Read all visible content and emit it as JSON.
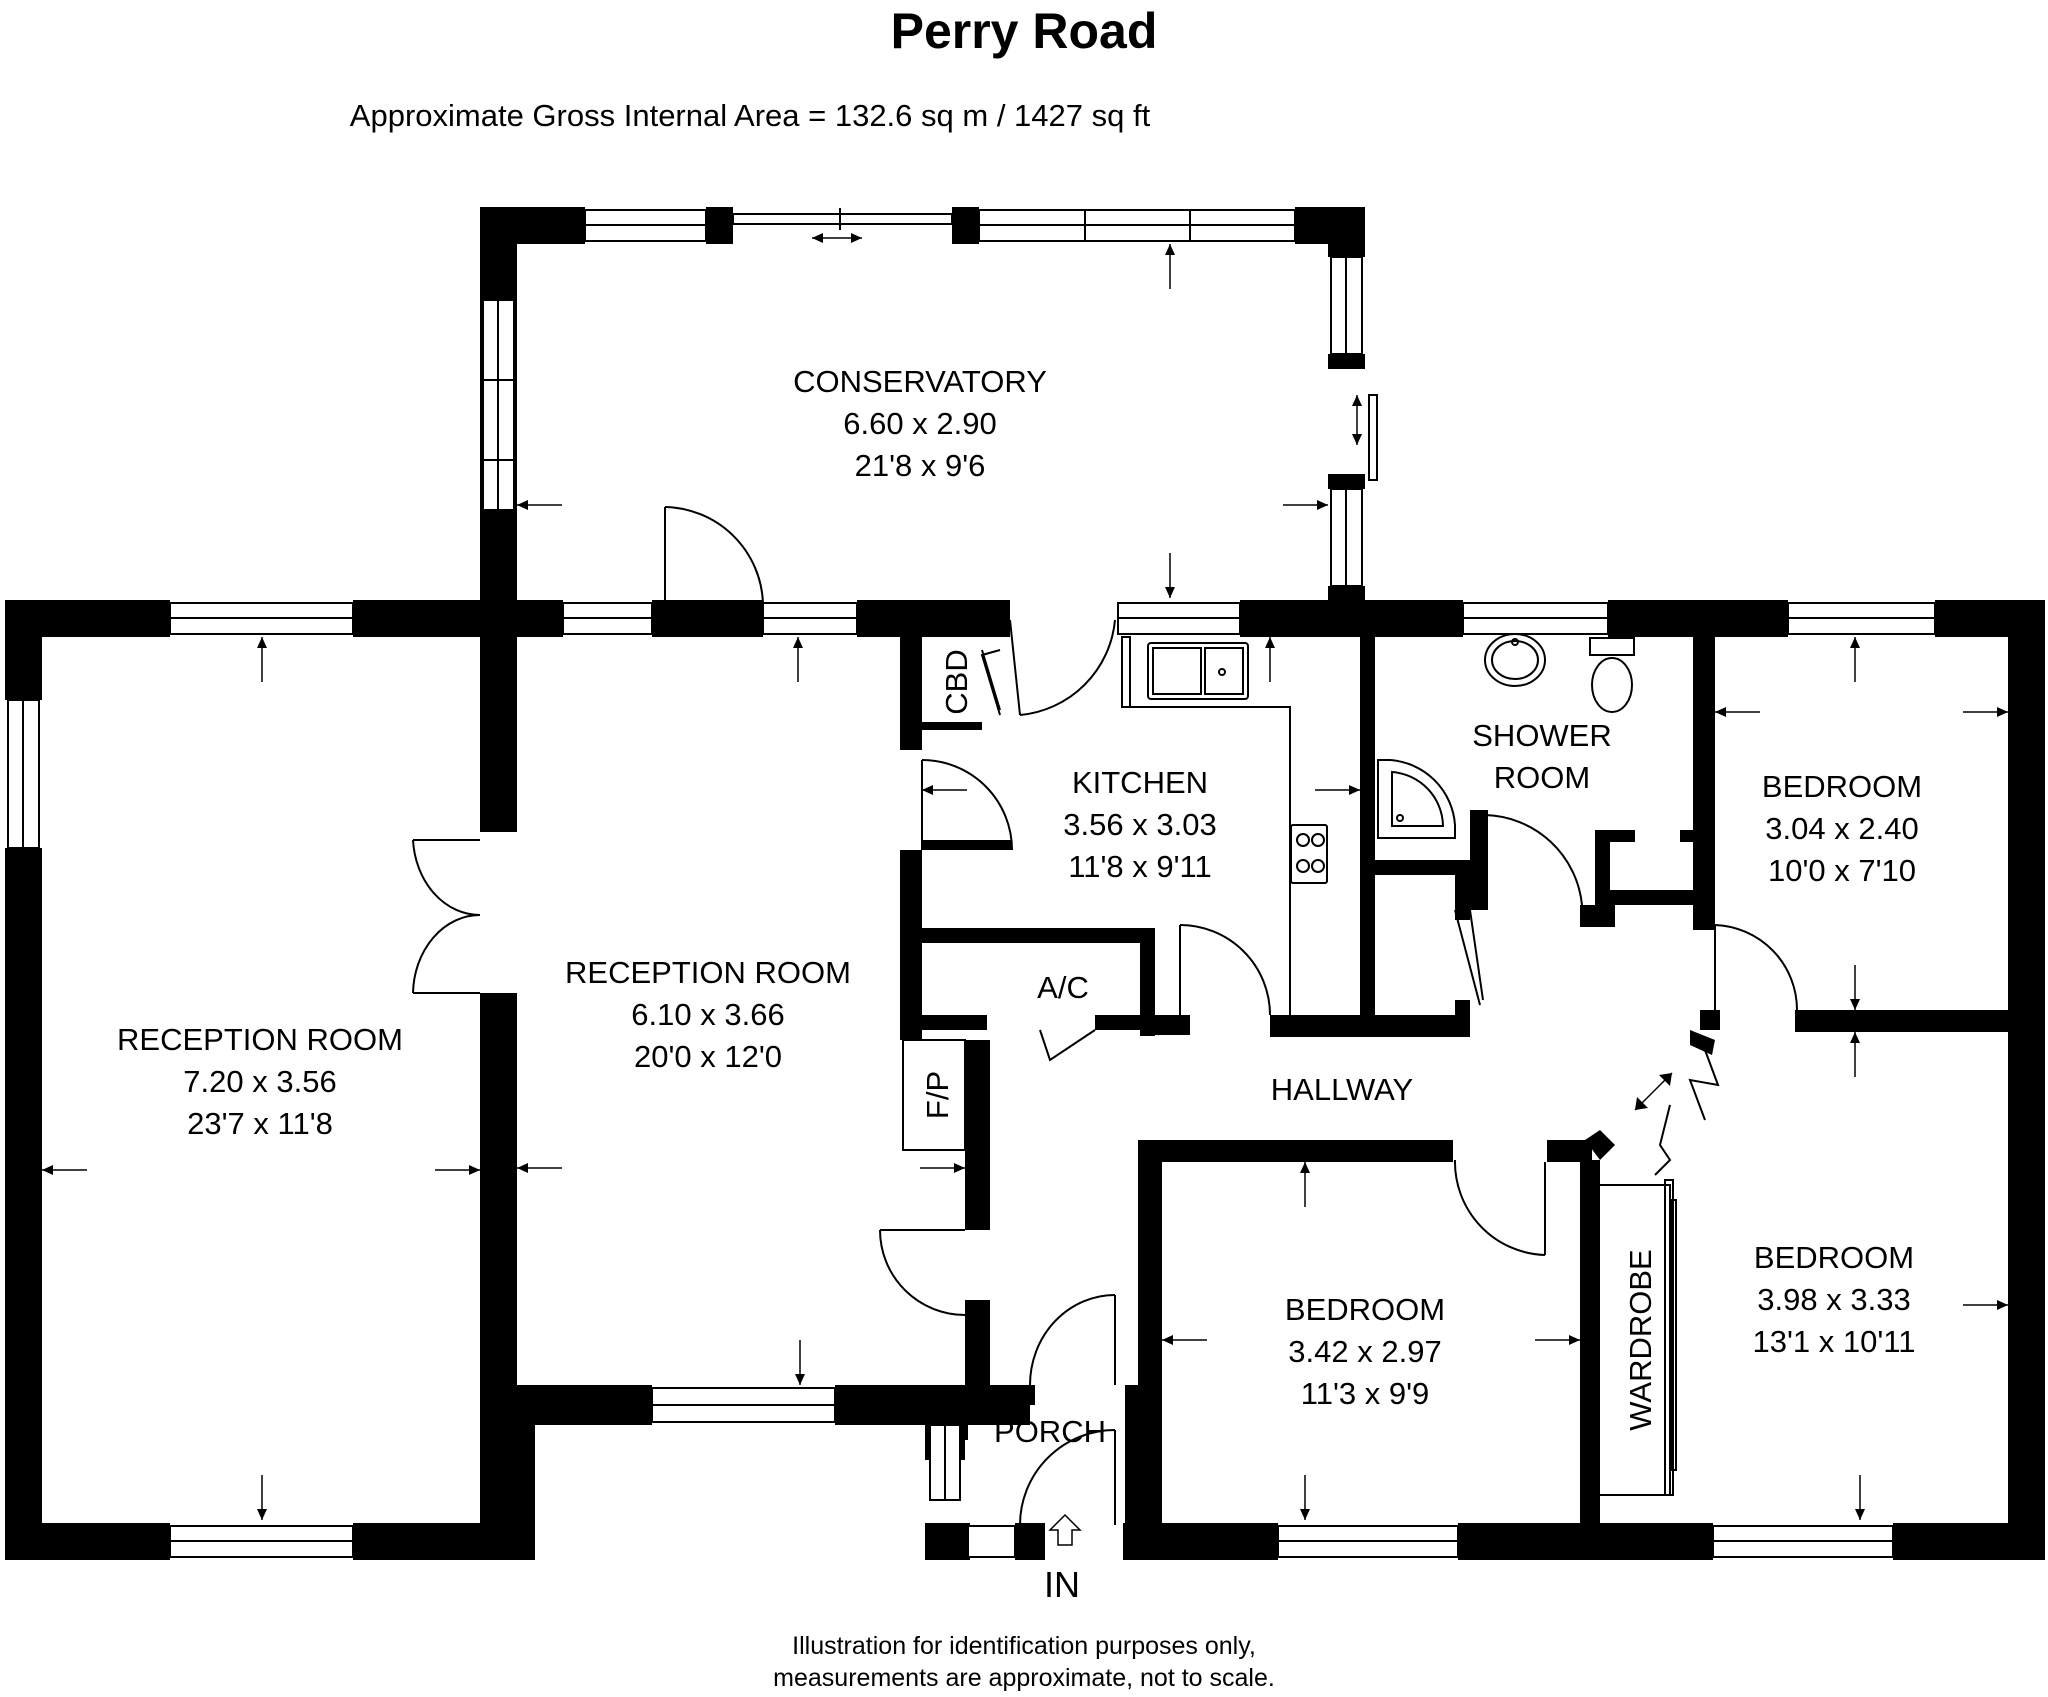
{
  "header": {
    "title": "Perry Road",
    "area": "Approximate Gross Internal Area =  132.6 sq m / 1427 sq ft"
  },
  "rooms": {
    "conservatory": {
      "name": "CONSERVATORY",
      "metric": "6.60 x 2.90",
      "imperial": "21'8 x 9'6"
    },
    "reception_left": {
      "name": "RECEPTION ROOM",
      "metric": "7.20 x 3.56",
      "imperial": "23'7 x 11'8"
    },
    "reception_mid": {
      "name": "RECEPTION ROOM",
      "metric": "6.10 x 3.66",
      "imperial": "20'0 x 12'0"
    },
    "kitchen": {
      "name": "KITCHEN",
      "metric": "3.56 x 3.03",
      "imperial": "11'8 x 9'11"
    },
    "shower": {
      "name1": "SHOWER",
      "name2": "ROOM"
    },
    "bedroom_ne": {
      "name": "BEDROOM",
      "metric": "3.04 x 2.40",
      "imperial": "10'0 x 7'10"
    },
    "bedroom_se": {
      "name": "BEDROOM",
      "metric": "3.98 x 3.33",
      "imperial": "13'1 x 10'11"
    },
    "bedroom_s": {
      "name": "BEDROOM",
      "metric": "3.42 x 2.97",
      "imperial": "11'3 x 9'9"
    },
    "hallway": {
      "name": "HALLWAY"
    },
    "porch": {
      "name": "PORCH"
    },
    "cbd": {
      "name": "CBD"
    },
    "ac": {
      "name": "A/C"
    },
    "fp": {
      "name": "F/P"
    },
    "wardrobe": {
      "name": "WARDROBE"
    },
    "entrance": {
      "name": "IN"
    }
  },
  "footer": {
    "line1": "Illustration for identification purposes only,",
    "line2": "measurements are approximate, not to scale."
  }
}
